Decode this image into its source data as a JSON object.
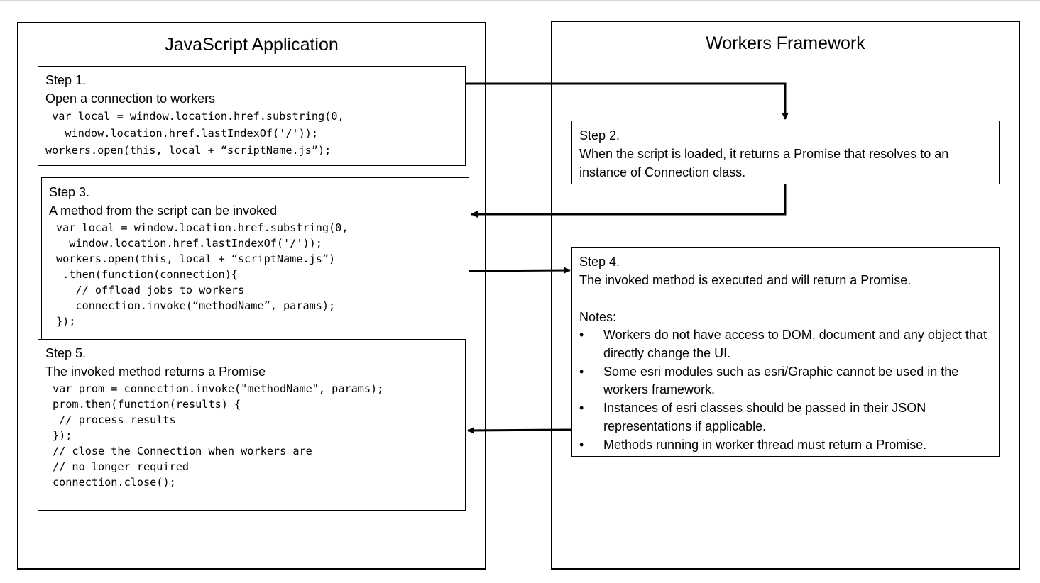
{
  "left_panel": {
    "title": "JavaScript Application"
  },
  "right_panel": {
    "title": "Workers Framework"
  },
  "steps": {
    "step1": {
      "label": "Step 1.",
      "description": "Open a connection to workers",
      "code": [
        " var local = window.location.href.substring(0,",
        "   window.location.href.lastIndexOf('/'));",
        "workers.open(this, local + “scriptName.js”);"
      ]
    },
    "step2": {
      "label": "Step 2.",
      "description": "When the script is loaded, it returns a Promise that resolves to an instance of Connection class."
    },
    "step3": {
      "label": "Step 3.",
      "description": "A method from the script can be invoked",
      "code": [
        "var local = window.location.href.substring(0,",
        "  window.location.href.lastIndexOf('/'));",
        "workers.open(this, local + “scriptName.js”)",
        " .then(function(connection){",
        "   // offload jobs to workers",
        "   connection.invoke(“methodName”, params);",
        "});"
      ]
    },
    "step4": {
      "label": "Step 4.",
      "description": "The invoked method is executed and will return a Promise.",
      "notes_label": "Notes:",
      "bullet_char": "•",
      "notes": [
        "Workers do not have access to DOM, document and any object that directly change the UI.",
        "Some esri modules such as esri/Graphic cannot be used in the workers framework.",
        "Instances of esri classes should be passed in their JSON representations if applicable.",
        "Methods running in worker thread must return a Promise."
      ]
    },
    "step5": {
      "label": "Step 5.",
      "description": "The invoked method returns a Promise",
      "code": [
        "var prom = connection.invoke(\"methodName\", params);",
        "prom.then(function(results) {",
        " // process results",
        "});",
        "// close the Connection when workers are",
        "// no longer required",
        "connection.close();"
      ]
    }
  },
  "colors": {
    "line": "#000000",
    "background": "#ffffff"
  }
}
